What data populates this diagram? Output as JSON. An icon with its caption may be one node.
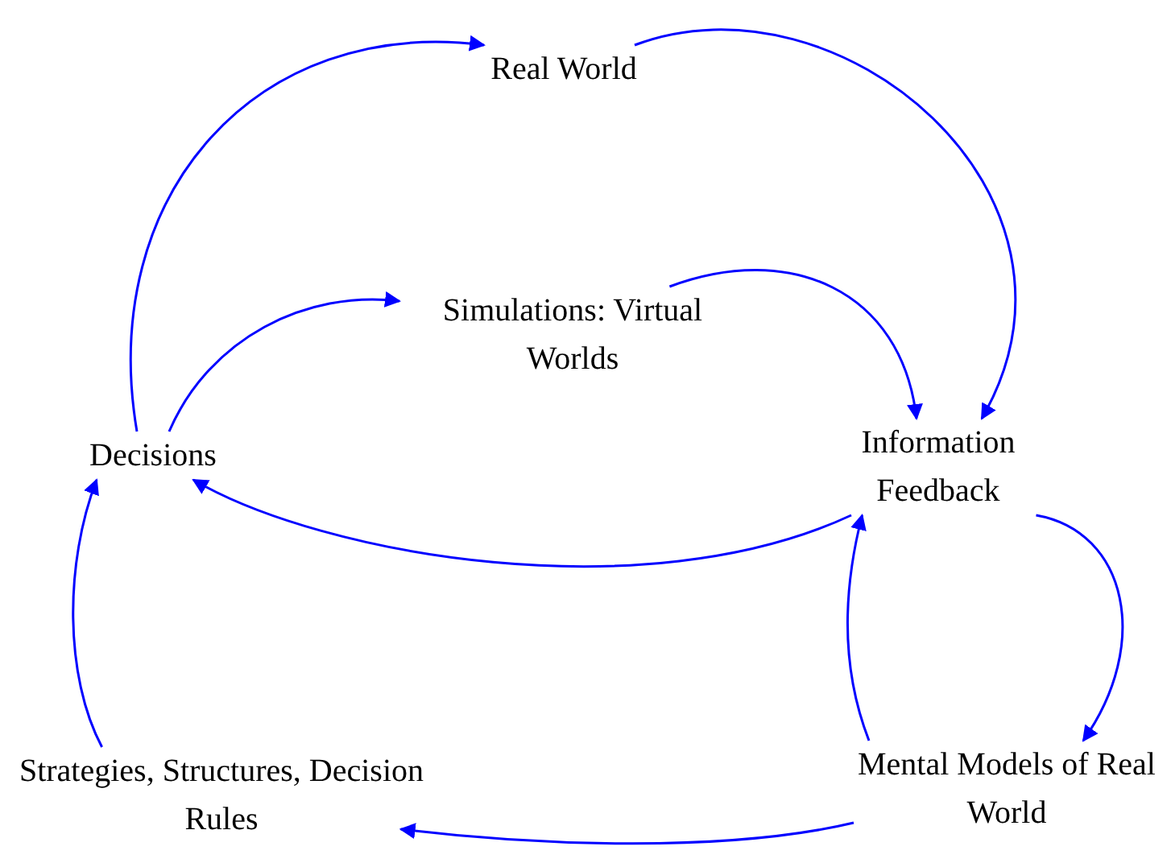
{
  "diagram": {
    "nodes": [
      {
        "text": [
          "Real World"
        ]
      },
      {
        "text": [
          "Simulations: Virtual Worlds"
        ]
      },
      {
        "text": [
          "Decisions"
        ]
      },
      {
        "text": [
          "Information Feedback"
        ]
      },
      {
        "text": [
          "Strategies, Structures, Decision Rules"
        ]
      },
      {
        "text": [
          "Mental Models of Real World"
        ]
      }
    ],
    "edges": [
      {
        "from": 2,
        "to": 0,
        "arrow": "to"
      },
      {
        "from": 0,
        "to": 3,
        "arrow": "to"
      },
      {
        "from": 2,
        "to": 1,
        "arrow": "to"
      },
      {
        "from": 1,
        "to": 3,
        "arrow": "to"
      },
      {
        "from": 3,
        "to": 2,
        "arrow": "to"
      },
      {
        "from": 3,
        "to": 5,
        "arrow": "to"
      },
      {
        "from": 5,
        "to": 3,
        "arrow": "to"
      },
      {
        "from": 5,
        "to": 4,
        "arrow": "to"
      },
      {
        "from": 4,
        "to": 2,
        "arrow": "to"
      }
    ]
  }
}
